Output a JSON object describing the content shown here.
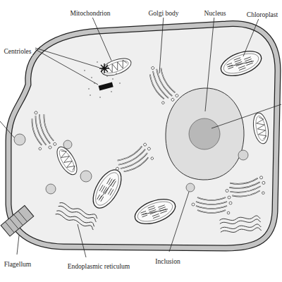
{
  "diagram": {
    "labels": [
      "Mitochondrion",
      "Golgi body",
      "Nucleus",
      "Chloroplast",
      "Centrioles",
      "Flagellum",
      "Endoplasmic reticulum",
      "Inclusion"
    ]
  }
}
